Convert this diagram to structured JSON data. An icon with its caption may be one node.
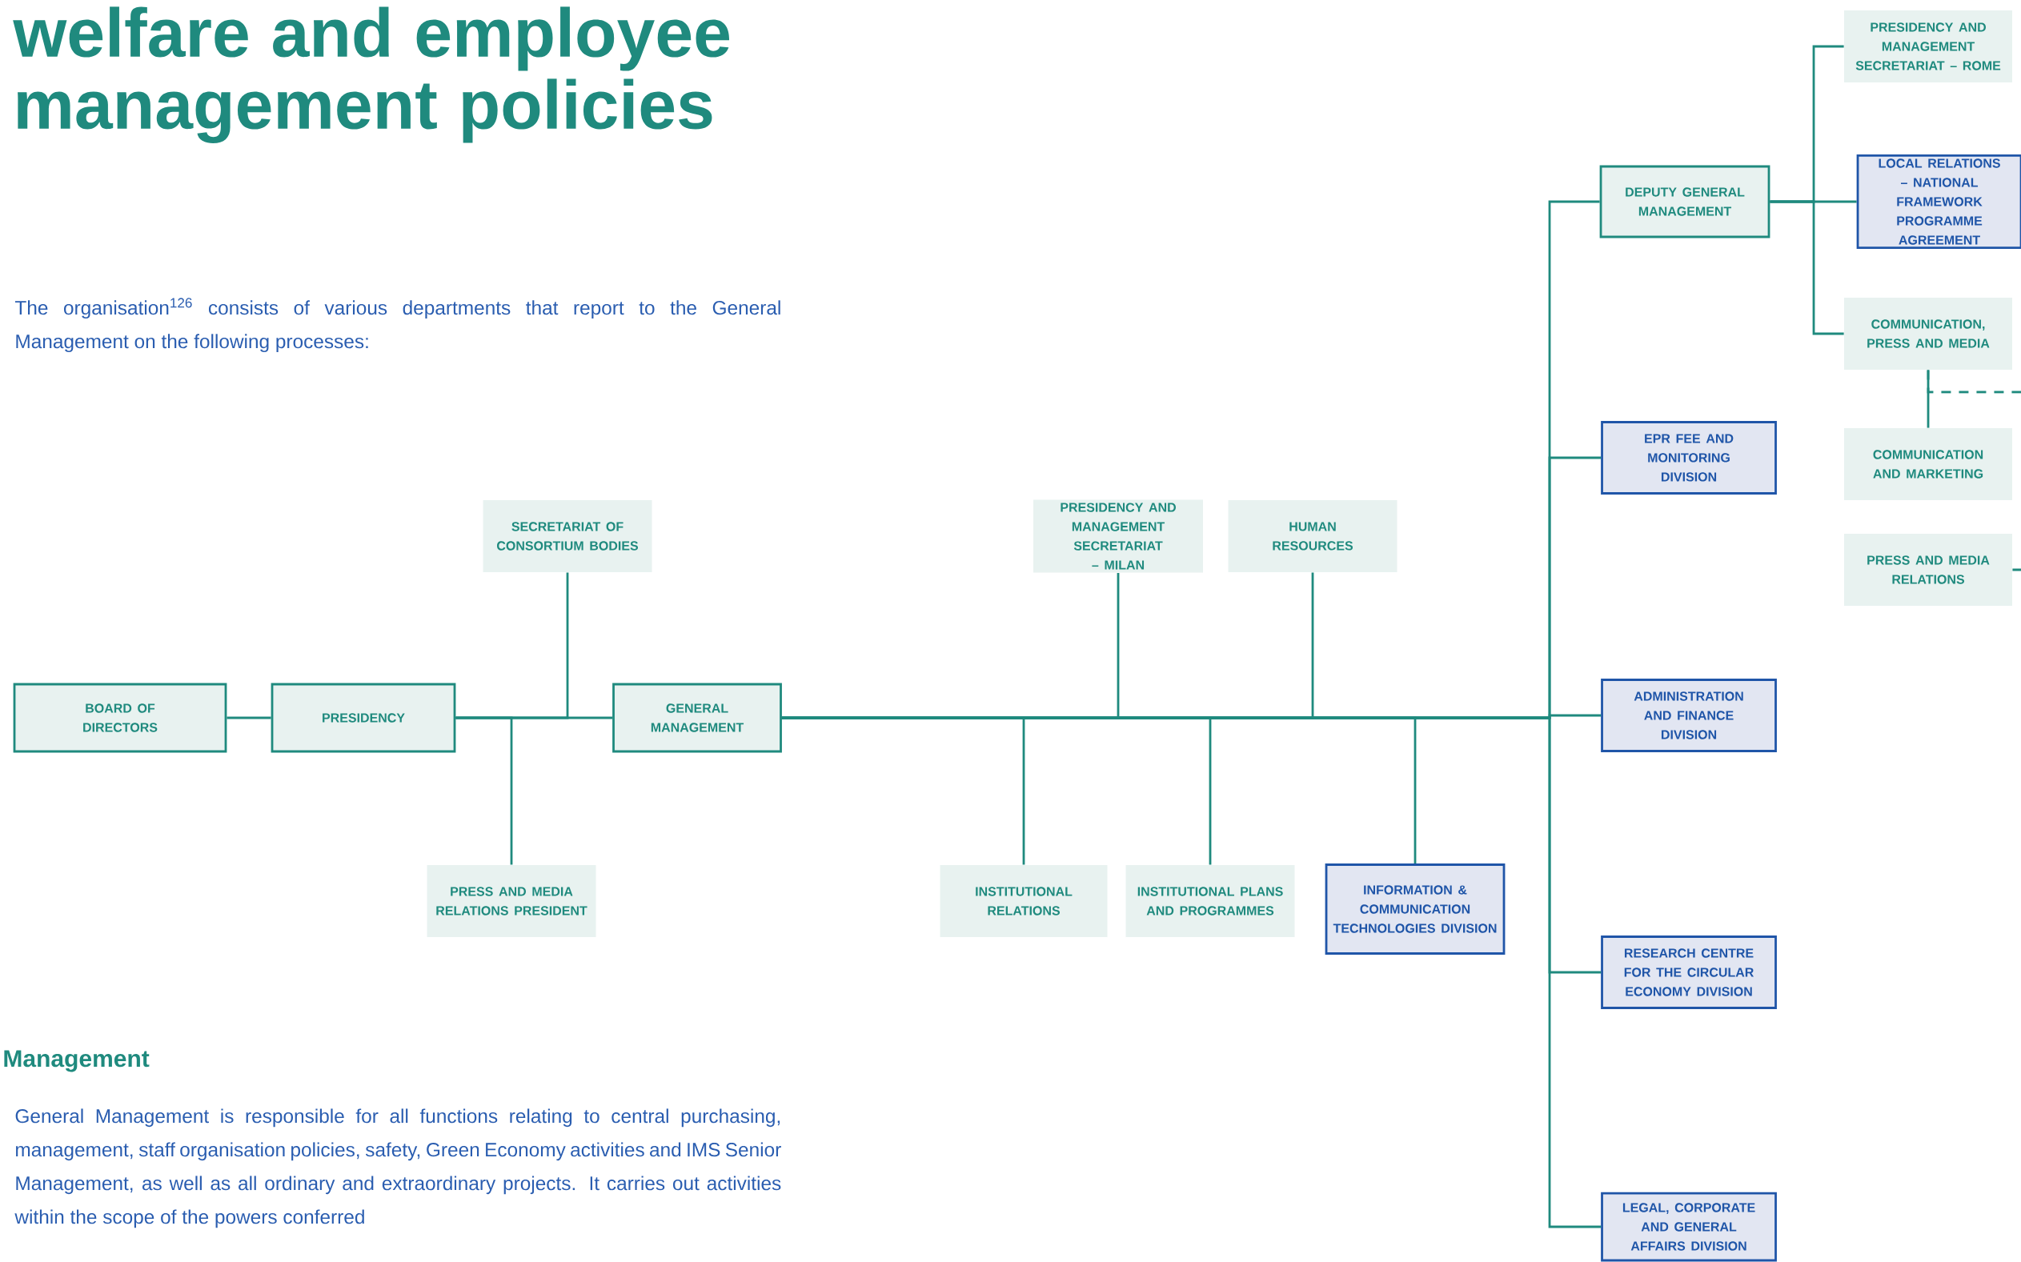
{
  "diagram": {
    "title": "welfare and employee management policies",
    "nodes": [
      {
        "text": [
          "BOARD OF DIRECTORS"
        ]
      },
      {
        "text": [
          "PRESIDENCY"
        ]
      },
      {
        "text": [
          "SECRETARIAT OF CONSORTIUM BODIES"
        ]
      },
      {
        "text": [
          "PRESS AND MEDIA RELATIONS PRESIDENT"
        ]
      },
      {
        "text": [
          "GENERAL MANAGEMENT"
        ]
      },
      {
        "text": [
          "PRESIDENCY AND MANAGEMENT SECRETARIAT – MILAN"
        ]
      },
      {
        "text": [
          "HUMAN RESOURCES"
        ]
      },
      {
        "text": [
          "INSTITUTIONAL RELATIONS"
        ]
      },
      {
        "text": [
          "INSTITUTIONAL PLANS AND PROGRAMMES"
        ]
      },
      {
        "text": [
          "INFORMATION & COMMUNICATION TECHNOLOGIES DIVISION"
        ]
      },
      {
        "text": [
          "DEPUTY GENERAL MANAGEMENT"
        ]
      },
      {
        "text": [
          "EPR FEE AND MONITORING DIVISION"
        ]
      },
      {
        "text": [
          "ADMINISTRATION AND FINANCE DIVISION"
        ]
      },
      {
        "text": [
          "RESEARCH CENTRE FOR THE CIRCULAR ECONOMY DIVISION"
        ]
      },
      {
        "text": [
          "LEGAL, CORPORATE AND GENERAL AFFAIRS DIVISION"
        ]
      },
      {
        "text": [
          "PRESIDENCY AND MANAGEMENT SECRETARIAT – ROME"
        ]
      },
      {
        "text": [
          "LOCAL RELATIONS – NATIONAL FRAMEWORK PROGRAMME AGREEMENT"
        ]
      },
      {
        "text": [
          "COMMUNICATION, PRESS AND MEDIA"
        ]
      },
      {
        "text": [
          "COMMUNICATION AND MARKETING"
        ]
      },
      {
        "text": [
          "PRESS AND MEDIA RELATIONS"
        ]
      }
    ],
    "edges": [
      {
        "from": 0,
        "to": 1,
        "arrow": "none"
      },
      {
        "from": 1,
        "to": 4,
        "arrow": "none"
      },
      {
        "from": 1,
        "to": 2,
        "arrow": "none"
      },
      {
        "from": 1,
        "to": 3,
        "arrow": "none"
      },
      {
        "from": 4,
        "to": 5,
        "arrow": "none"
      },
      {
        "from": 4,
        "to": 6,
        "arrow": "none"
      },
      {
        "from": 4,
        "to": 7,
        "arrow": "none"
      },
      {
        "from": 4,
        "to": 8,
        "arrow": "none"
      },
      {
        "from": 4,
        "to": 9,
        "arrow": "none"
      },
      {
        "from": 4,
        "to": 10,
        "arrow": "none"
      },
      {
        "from": 4,
        "to": 11,
        "arrow": "none"
      },
      {
        "from": 4,
        "to": 12,
        "arrow": "none"
      },
      {
        "from": 4,
        "to": 13,
        "arrow": "none"
      },
      {
        "from": 4,
        "to": 14,
        "arrow": "none"
      },
      {
        "from": 10,
        "to": 15,
        "arrow": "none"
      },
      {
        "from": 10,
        "to": 16,
        "arrow": "none"
      },
      {
        "from": 10,
        "to": 17,
        "arrow": "none"
      },
      {
        "from": 17,
        "to": 18,
        "arrow": "none"
      },
      {
        "from": 17,
        "to": null,
        "arrow": "none",
        "style": "dashed"
      },
      {
        "from": 19,
        "to": null,
        "arrow": "none"
      }
    ],
    "labels": [
      "The organisation$^{126}$ consists of various departments that report to the General Management on the following processes:",
      "Management",
      "General Management is responsible for all functions relating to central purchasing, management, staff organisation policies, safety, Green Economy activities and IMS Senior Management, as well as all ordinary and extraordinary projects. It carries out activities within the scope of the powers conferred"
    ]
  }
}
